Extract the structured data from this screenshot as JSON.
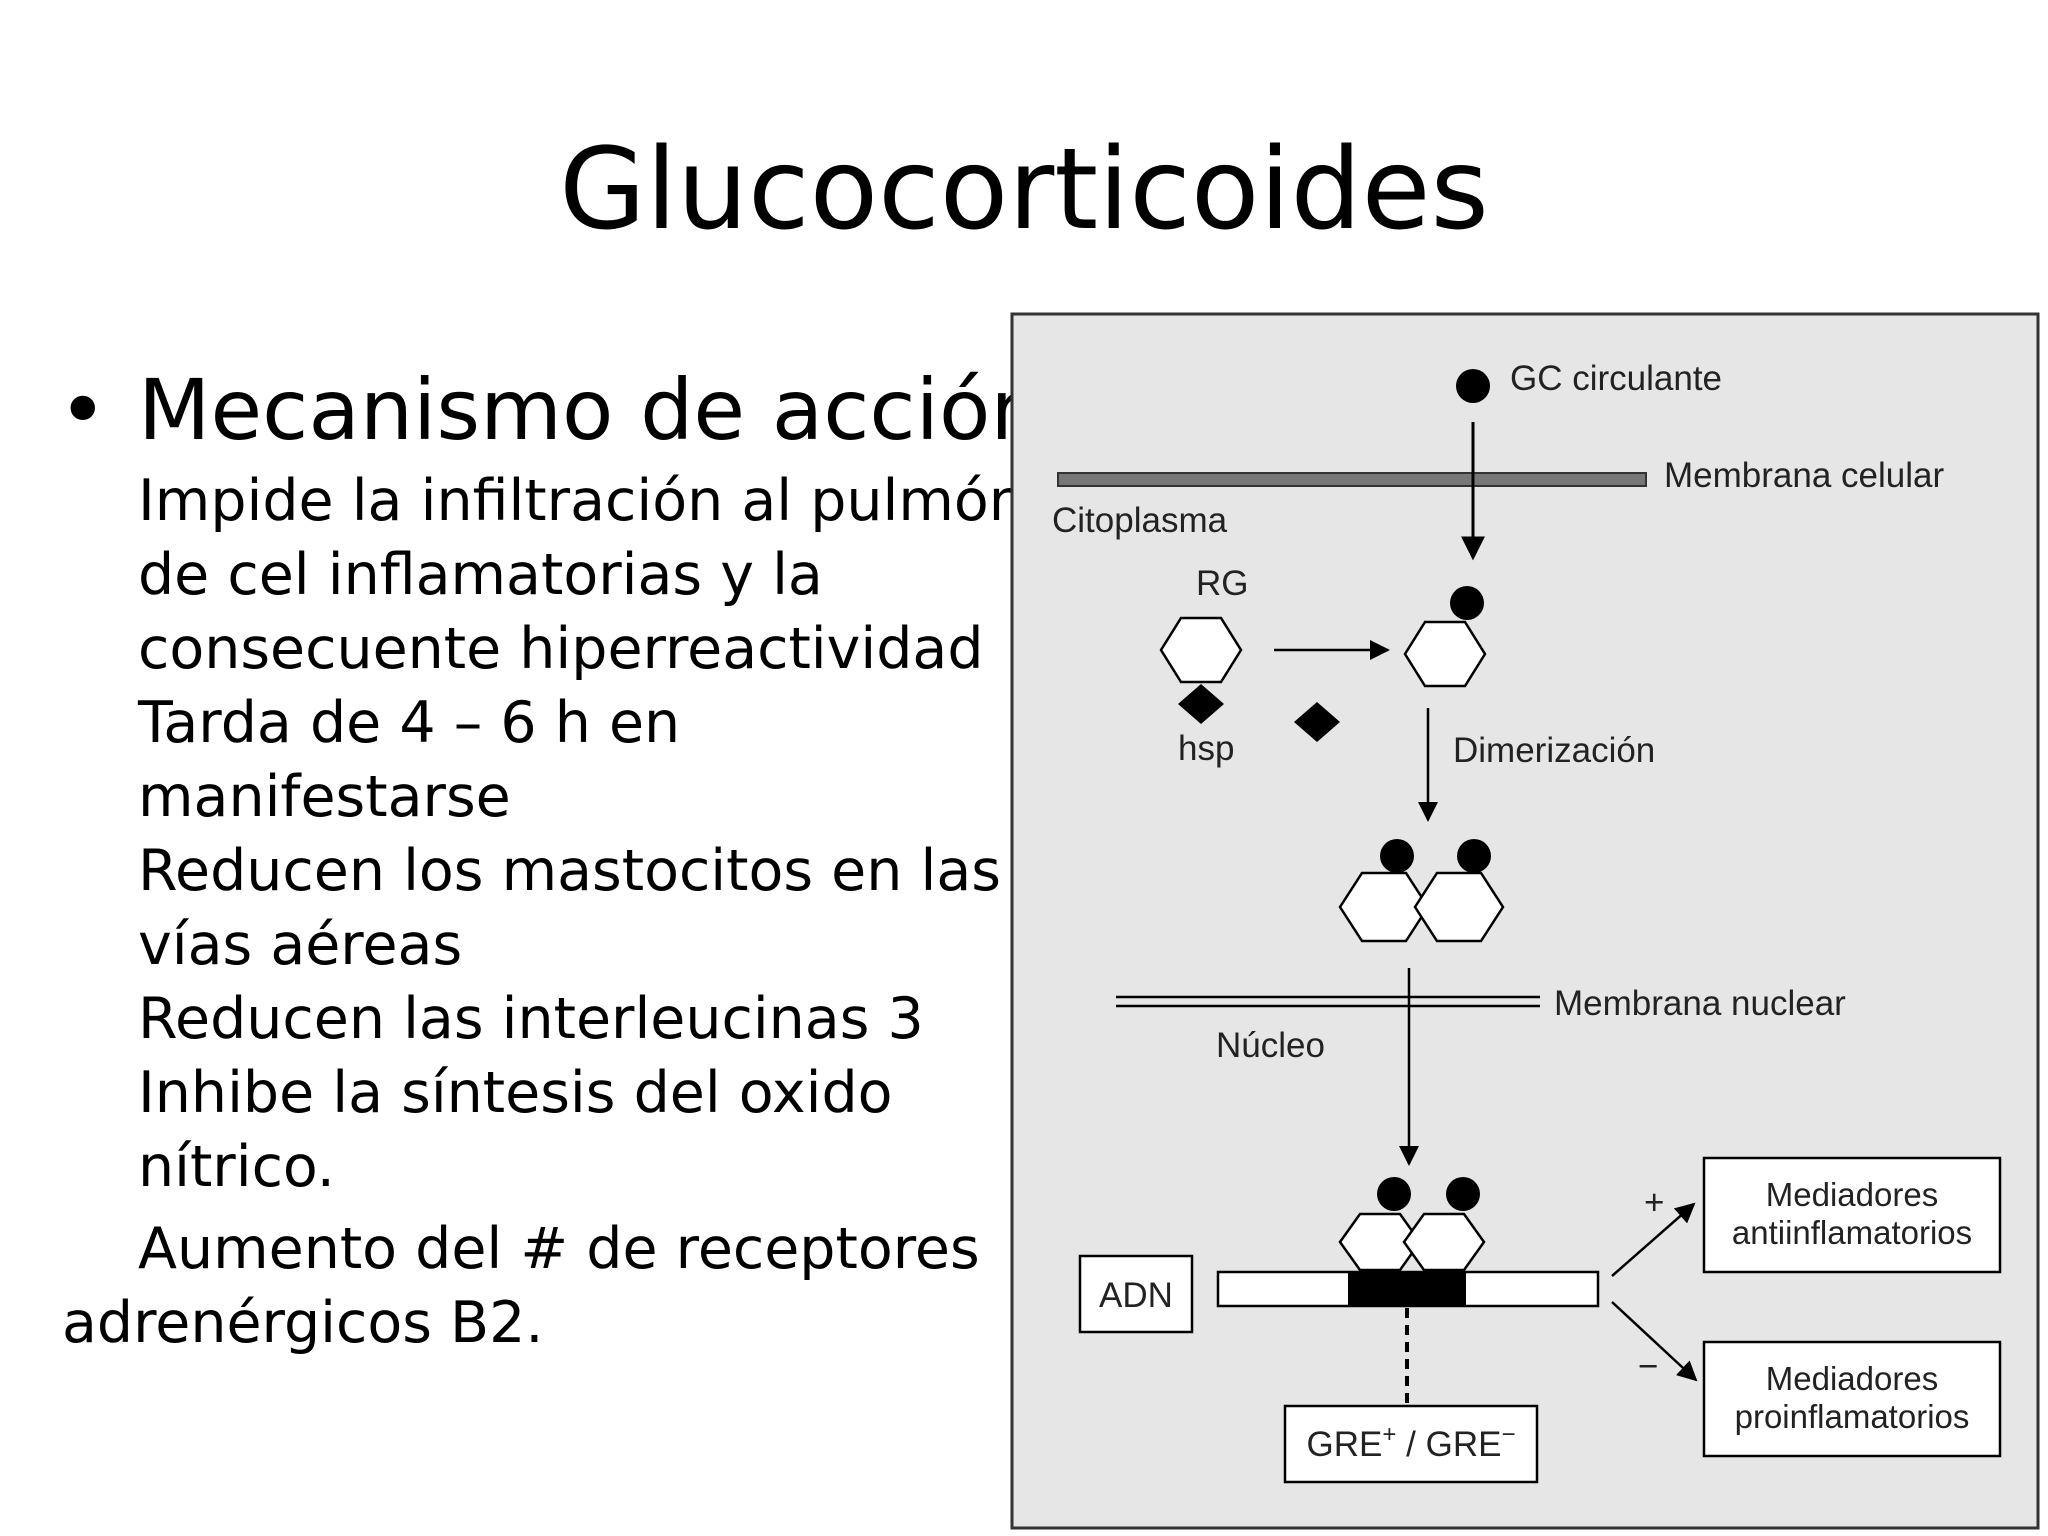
{
  "slide": {
    "title": "Glucocorticoides",
    "bullet_marker": "•",
    "heading": "Mecanismo de acción",
    "lines": [
      "Impide la infiltración al pulmón",
      "de cel inflamatorias y la",
      "consecuente hiperreactividad",
      "Tarda de 4 – 6 h en",
      "manifestarse",
      "Reducen los mastocitos en las",
      "vías aéreas",
      "Reducen las interleucinas 3",
      "Inhibe la síntesis del oxido",
      "nítrico."
    ],
    "closing_lines": [
      "Aumento del # de receptores",
      "adrenérgicos B2."
    ]
  },
  "diagram": {
    "labels": {
      "gc_circulante": "GC circulante",
      "membrana_celular": "Membrana celular",
      "citoplasma": "Citoplasma",
      "rg": "RG",
      "hsp": "hsp",
      "dimerizacion": "Dimerización",
      "membrana_nuclear": "Membrana nuclear",
      "nucleo": "Núcleo",
      "adn": "ADN",
      "gre_plus": "GRE",
      "gre_plus_sup": "+",
      "gre_separator": " / ",
      "gre_minus": "GRE",
      "gre_minus_sup": "−",
      "plus_sign": "+",
      "minus_sign": "−",
      "anti_1": "Mediadores",
      "anti_2": "antiinflamatorios",
      "pro_1": "Mediadores",
      "pro_2": "proinflamatorios"
    },
    "colors": {
      "panel_bg": "#e6e6e6",
      "panel_border": "#333333",
      "membrane": "#777777",
      "ink": "#000000"
    }
  }
}
